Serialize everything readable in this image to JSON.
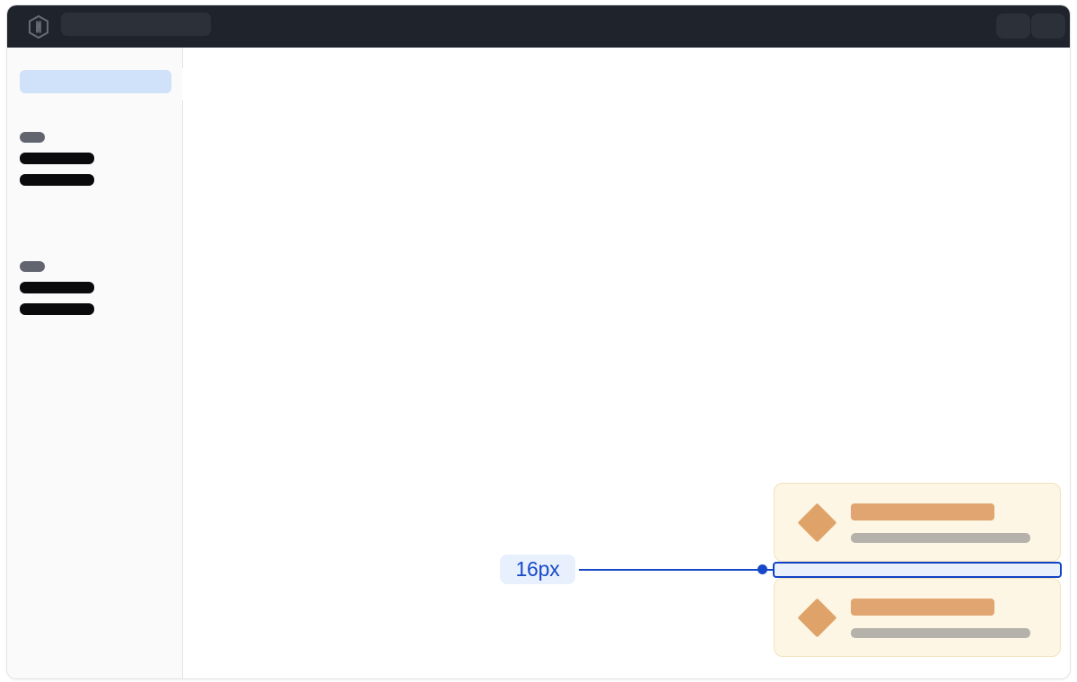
{
  "window": {
    "header": {
      "logo_icon": "hashicorp-hexagon-logo-icon",
      "search_placeholder": "",
      "search_value": "",
      "actions": [
        {
          "name": "header-action-1",
          "icon": "placeholder-pill-icon"
        },
        {
          "name": "header-action-2",
          "icon": "placeholder-pill-icon"
        }
      ]
    },
    "sidebar": {
      "selected_item_label": "",
      "collapse_handle_icon": "panel-collapse-handle-icon",
      "groups": [
        {
          "tag_label": "",
          "items": [
            {
              "label": ""
            },
            {
              "label": ""
            }
          ]
        },
        {
          "tag_label": "",
          "items": [
            {
              "label": ""
            },
            {
              "label": ""
            }
          ]
        }
      ]
    },
    "main": {
      "cards": [
        {
          "icon": "diamond-icon",
          "title_label": "",
          "subtitle_label": ""
        },
        {
          "icon": "diamond-icon",
          "title_label": "",
          "subtitle_label": ""
        }
      ],
      "spacing_measurement": {
        "label": "16px",
        "value": 16,
        "unit": "px",
        "accent_color": "#1749c7",
        "badge_color": "#e8f0fe",
        "fill_color": "#eaf1fd"
      }
    }
  },
  "colors": {
    "header_bg": "#1f232b",
    "header_control_bg": "#2b3039",
    "sidebar_bg": "#fafafa",
    "sidebar_selected": "#cfe2fa",
    "card_bg": "#fdf6e4",
    "card_border": "#f2e2bd",
    "card_accent": "#e0a570",
    "card_muted": "#b5b2ab",
    "measure_accent": "#1749c7"
  }
}
